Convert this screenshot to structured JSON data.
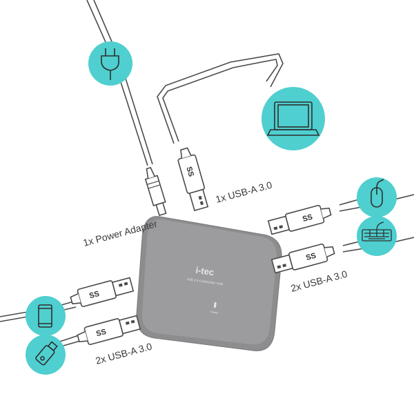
{
  "colors": {
    "teal": "#4fcfcf",
    "hub_body": "#8d8d8f",
    "hub_top": "#9b9b9d",
    "cable": "#4a4a4a",
    "plug_fill": "#ffffff",
    "icon_stroke": "#2e2e2e",
    "text": "#3a3a3a"
  },
  "labels": {
    "power": "1x Power Adapter",
    "usb_top": "1x USB-A 3.0",
    "usb_right": "2x USB-A 3.0",
    "usb_left": "2x USB-A 3.0"
  },
  "hub": {
    "brand": "i-tec",
    "subtitle": "USB 3.0 CHARGING HUB",
    "led_label": "Power"
  },
  "plug_marking": "SS",
  "icons": {
    "power": "power-plug-icon",
    "laptop": "laptop-icon",
    "mouse": "mouse-icon",
    "keyboard": "keyboard-icon",
    "phone": "smartphone-icon",
    "flash": "usb-flash-drive-icon"
  }
}
